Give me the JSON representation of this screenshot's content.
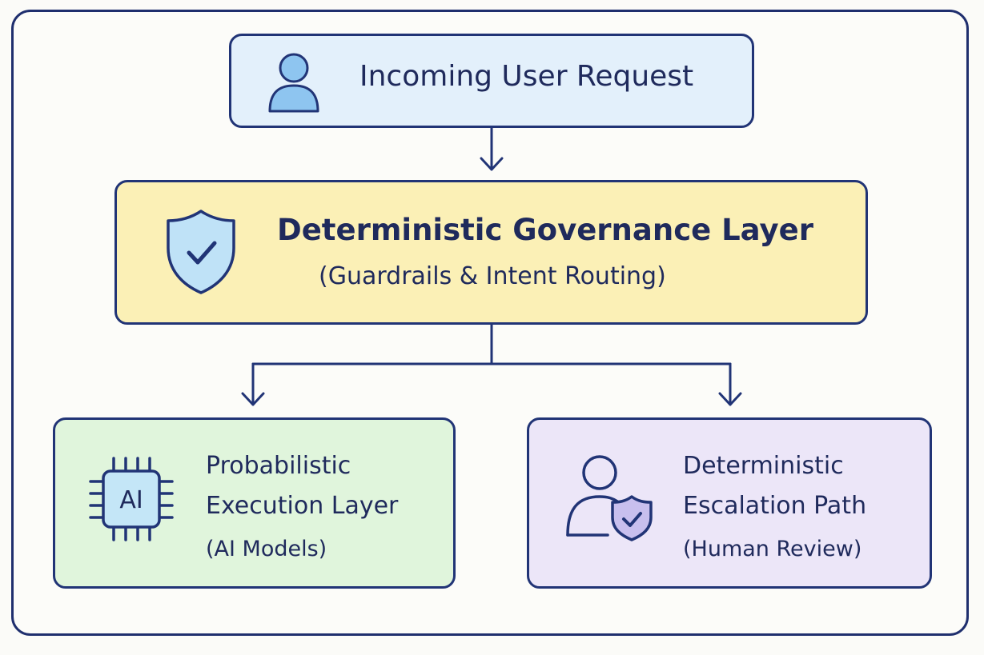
{
  "request": {
    "title": "Incoming User Request",
    "icon": "user-icon"
  },
  "governance": {
    "title": "Deterministic Governance Layer",
    "subtitle": "(Guardrails & Intent Routing)",
    "icon": "shield-check-icon"
  },
  "execution": {
    "line1": "Probabilistic",
    "line2": "Execution Layer",
    "line3": "(AI Models)",
    "icon": "ai-chip-icon",
    "chip_label": "AI"
  },
  "escalation": {
    "line1": "Deterministic",
    "line2": "Escalation Path",
    "line3": "(Human Review)",
    "icon": "user-shield-icon"
  },
  "colors": {
    "outline": "#213476",
    "request_fill": "#e3f0fb",
    "governance_fill": "#fbf0b6",
    "execution_fill": "#e0f5dc",
    "escalation_fill": "#ece6f8"
  }
}
